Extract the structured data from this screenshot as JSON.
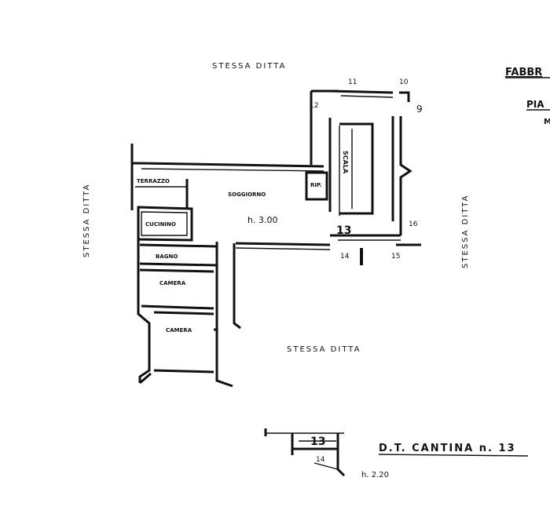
{
  "header": {
    "company_fragment": "FABBR",
    "plan_fragment": "PIA",
    "sub_fragment": "M"
  },
  "labels": {
    "stessa_ditta_top": "STESSA DITTA",
    "stessa_ditta_left": "STESSA DITTA",
    "stessa_ditta_right": "STESSA DITTA",
    "stessa_ditta_bottom": "STESSA DITTA",
    "terrazzo": "TERRAZZO",
    "soggiorno": "SOGGIORNO",
    "cucinino": "CUCININO",
    "bagno": "BAGNO",
    "camera_1": "CAMERA",
    "camera_2": "CAMERA",
    "rip": "RIP.",
    "scala": "SCALA",
    "height_main": "h. 3.00",
    "unit_number": "13"
  },
  "numbers": {
    "n9": "9",
    "n10": "10",
    "n11": "11",
    "n12": "12",
    "n14": "14",
    "n15": "15",
    "n16": "16"
  },
  "cantina": {
    "title": "D.T. CANTINA n. 13",
    "unit": "13",
    "neighbor": "14",
    "height": "h. 2.20"
  }
}
